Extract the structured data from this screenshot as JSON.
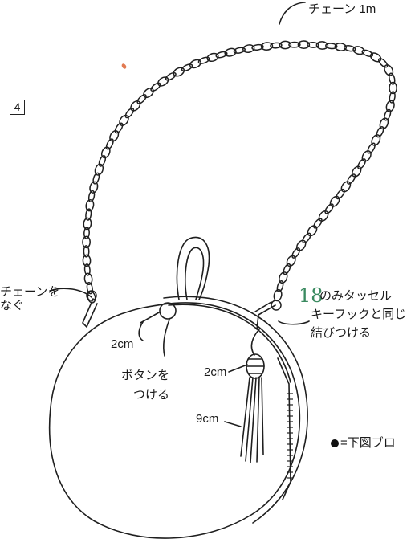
{
  "step_number": "4",
  "labels": {
    "chain_length": "チェーン 1m",
    "connect_chain": "チェーンを",
    "connect_chain_2": "なぐ",
    "tassel_number": "18",
    "tassel_line1": "のみタッセル",
    "tassel_line2": "キーフックと同じ",
    "tassel_line3": "結びつける",
    "button_distance": "2cm",
    "button_attach_1": "ボタンを",
    "button_attach_2": "つける",
    "tassel_head": "2cm",
    "tassel_length": "9cm",
    "legend": "=下図ブロ"
  }
}
